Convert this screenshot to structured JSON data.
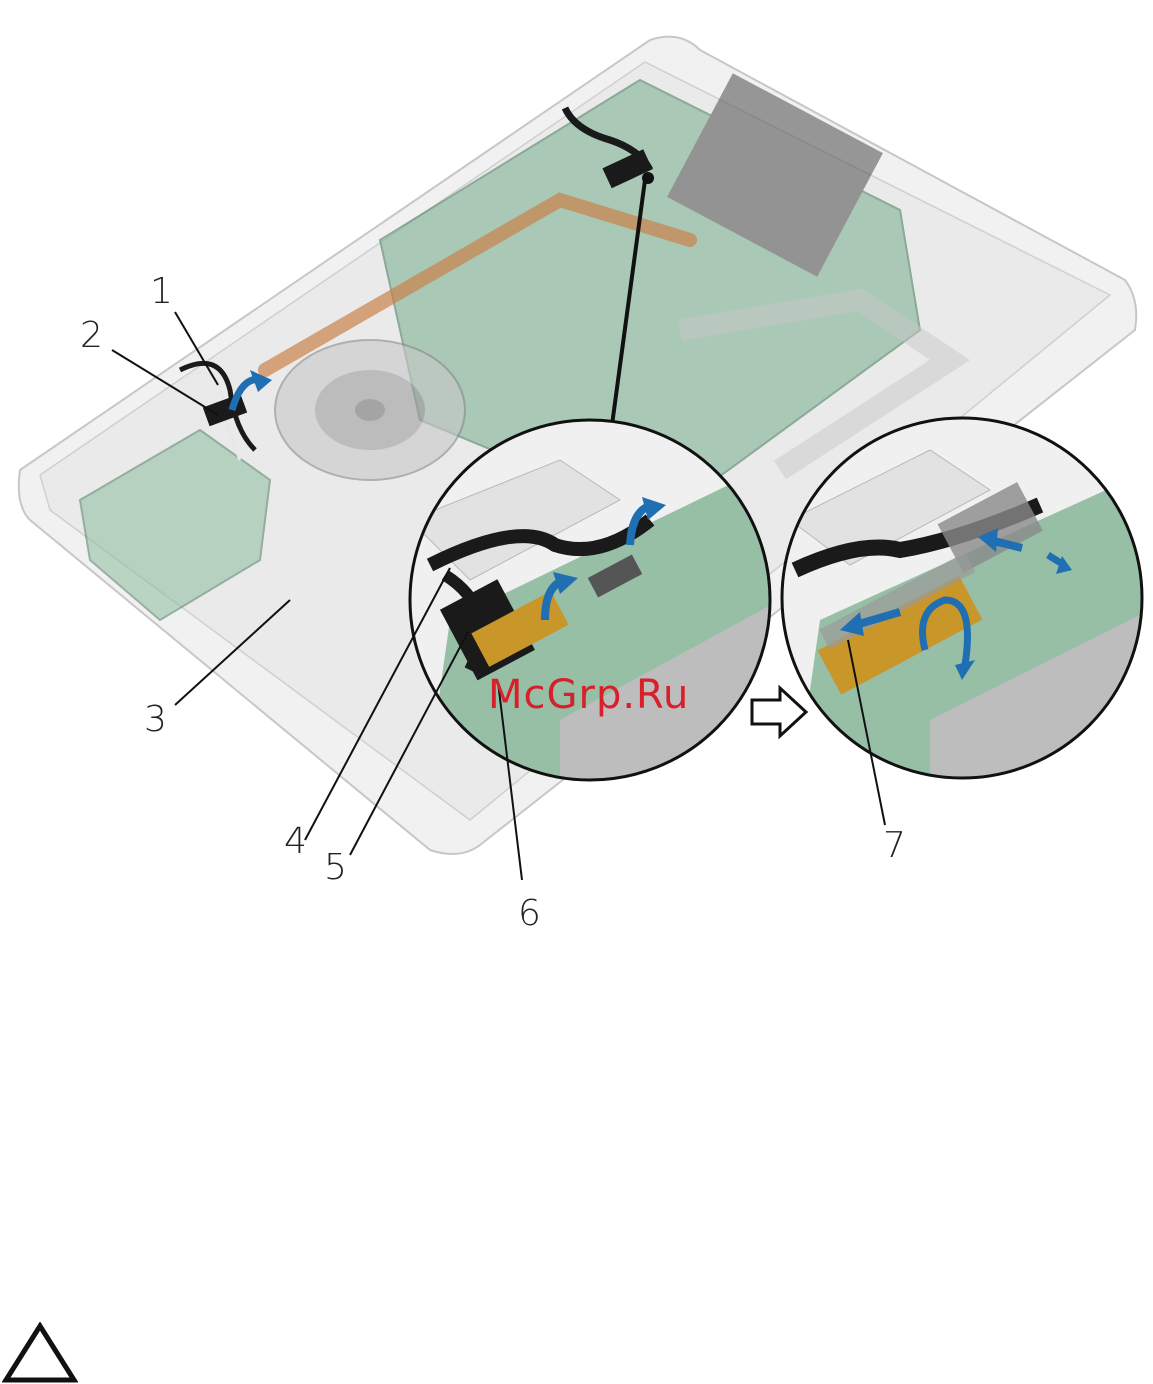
{
  "figure": {
    "callouts": [
      "1",
      "2",
      "3",
      "4",
      "5",
      "6",
      "7"
    ],
    "watermark": "McGrp.Ru",
    "colors": {
      "arrow": "#1f6fb2",
      "cable": "#1a1a1a",
      "connector_gold": "#c9962a",
      "board": "#5f9f7a",
      "chassis": "#cfcfcf"
    },
    "icons": [
      "curved-arrow-icon",
      "straight-arrow-icon",
      "next-step-arrow-icon",
      "caution-icon"
    ]
  }
}
